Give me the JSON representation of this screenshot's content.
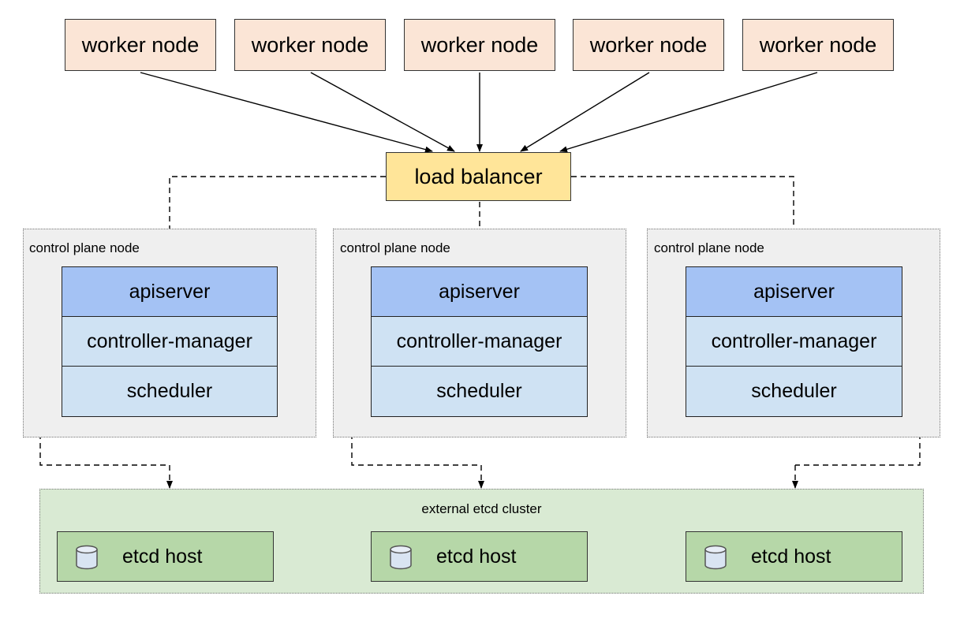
{
  "worker_nodes": [
    "worker node",
    "worker node",
    "worker node",
    "worker node",
    "worker node"
  ],
  "load_balancer": "load balancer",
  "control_plane_nodes": [
    {
      "label": "control plane node",
      "components": [
        "apiserver",
        "controller-manager",
        "scheduler"
      ]
    },
    {
      "label": "control plane node",
      "components": [
        "apiserver",
        "controller-manager",
        "scheduler"
      ]
    },
    {
      "label": "control plane node",
      "components": [
        "apiserver",
        "controller-manager",
        "scheduler"
      ]
    }
  ],
  "etcd_cluster": {
    "label": "external etcd cluster",
    "hosts": [
      "etcd host",
      "etcd host",
      "etcd host"
    ],
    "host_icon": "database-icon"
  },
  "colors": {
    "worker": "#fbe5d6",
    "load_balancer": "#ffe599",
    "control_plane_bg": "#efefef",
    "apiserver": "#a4c2f4",
    "components": "#cfe2f3",
    "etcd_cluster_bg": "#d9ead3",
    "etcd_host": "#b6d7a8"
  }
}
